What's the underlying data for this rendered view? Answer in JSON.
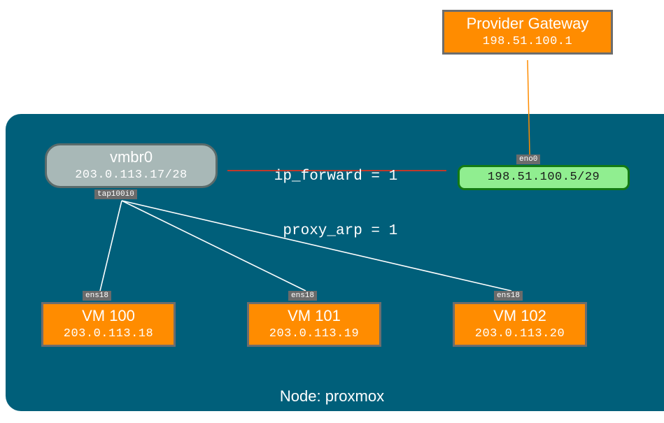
{
  "provider_gateway": {
    "title": "Provider Gateway",
    "address": "198.51.100.1"
  },
  "bridge": {
    "title": "vmbr0",
    "address": "203.0.113.17/28",
    "port": "tap100i0"
  },
  "uplink": {
    "interface": "eno0",
    "address": "198.51.100.5/29"
  },
  "sysctl": {
    "line1": "ip_forward = 1",
    "line2": " proxy_arp = 1"
  },
  "vms": [
    {
      "title": "VM 100",
      "address": "203.0.113.18",
      "interface": "ens18"
    },
    {
      "title": "VM 101",
      "address": "203.0.113.19",
      "interface": "ens18"
    },
    {
      "title": "VM 102",
      "address": "203.0.113.20",
      "interface": "ens18"
    }
  ],
  "node": {
    "label": "Node: proxmox"
  },
  "colors": {
    "node_background": "#005f7a",
    "box_orange": "#ff8c00",
    "bridge_gray": "#a8b8b7",
    "uplink_green": "#90ee90",
    "routing_link": "#c0392b",
    "gateway_link": "#ff8c00"
  }
}
